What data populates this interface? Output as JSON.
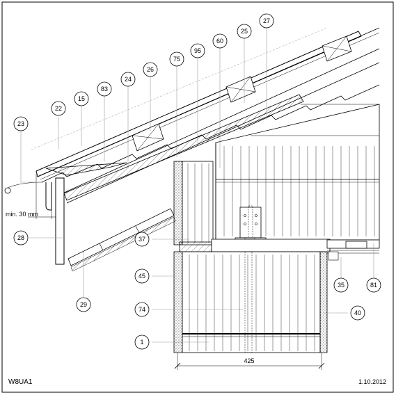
{
  "drawing": {
    "code": "W8UA1",
    "date": "1.10.2012",
    "dimension_min": "min. 30 mm",
    "dimension_wall": "425"
  },
  "callouts": [
    "22",
    "15",
    "83",
    "24",
    "26",
    "75",
    "95",
    "60",
    "25",
    "27",
    "23",
    "28",
    "37",
    "45",
    "74",
    "1",
    "29",
    "35",
    "81",
    "40"
  ],
  "colors": {
    "line": "#000000",
    "leader": "#9a9a9a",
    "hatch": "#555555",
    "background": "#ffffff"
  }
}
